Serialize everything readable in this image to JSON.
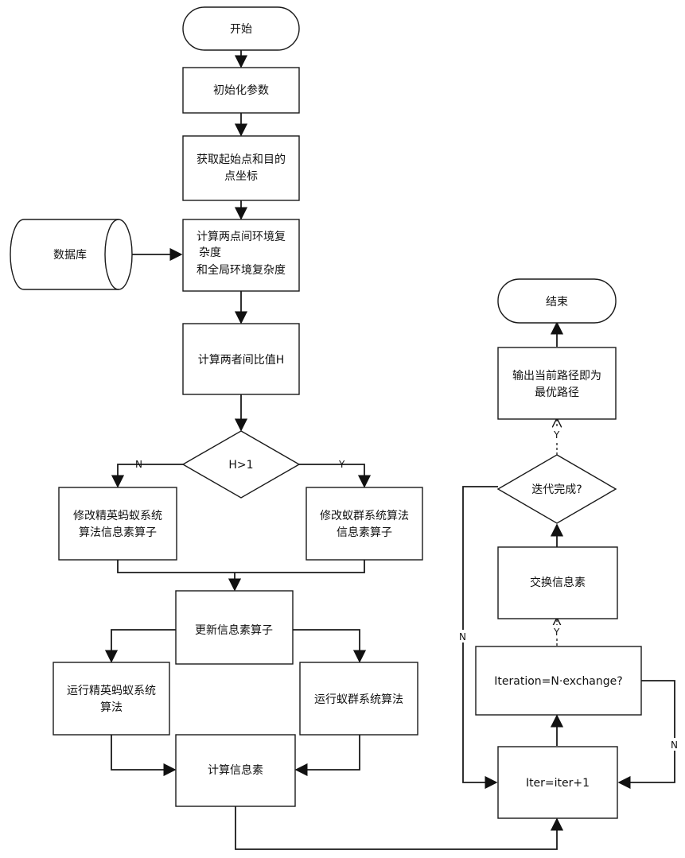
{
  "nodes": {
    "start": "开始",
    "init": "初始化参数",
    "get_coords": [
      "获取起始点和目的",
      "点坐标"
    ],
    "database": "数据库",
    "calc_complexity": [
      "计算两点间环境复",
      "杂度",
      "和全局环境复杂度"
    ],
    "calc_ratio": "计算两者间比值H",
    "decision_h": "H>1",
    "modify_elite": [
      "修改精英蚂蚁系统",
      "算法信息素算子"
    ],
    "modify_acs": [
      "修改蚁群系统算法",
      "信息素算子"
    ],
    "update_operator": "更新信息素算子",
    "run_elite": [
      "运行精英蚂蚁系统",
      "算法"
    ],
    "run_acs": "运行蚁群系统算法",
    "calc_pheromone": "计算信息素",
    "iter": "Iter=iter+1",
    "iteration_check": "Iteration=N·exchange?",
    "exchange": "交换信息素",
    "iter_done": "迭代完成?",
    "output": [
      "输出当前路径即为",
      "最优路径"
    ],
    "end": "结束"
  },
  "edge_labels": {
    "h_no": "N",
    "h_yes": "Y",
    "done_yes": "Y",
    "exchange_yes": "Y",
    "done_no": "N",
    "exchange_no": "N"
  }
}
